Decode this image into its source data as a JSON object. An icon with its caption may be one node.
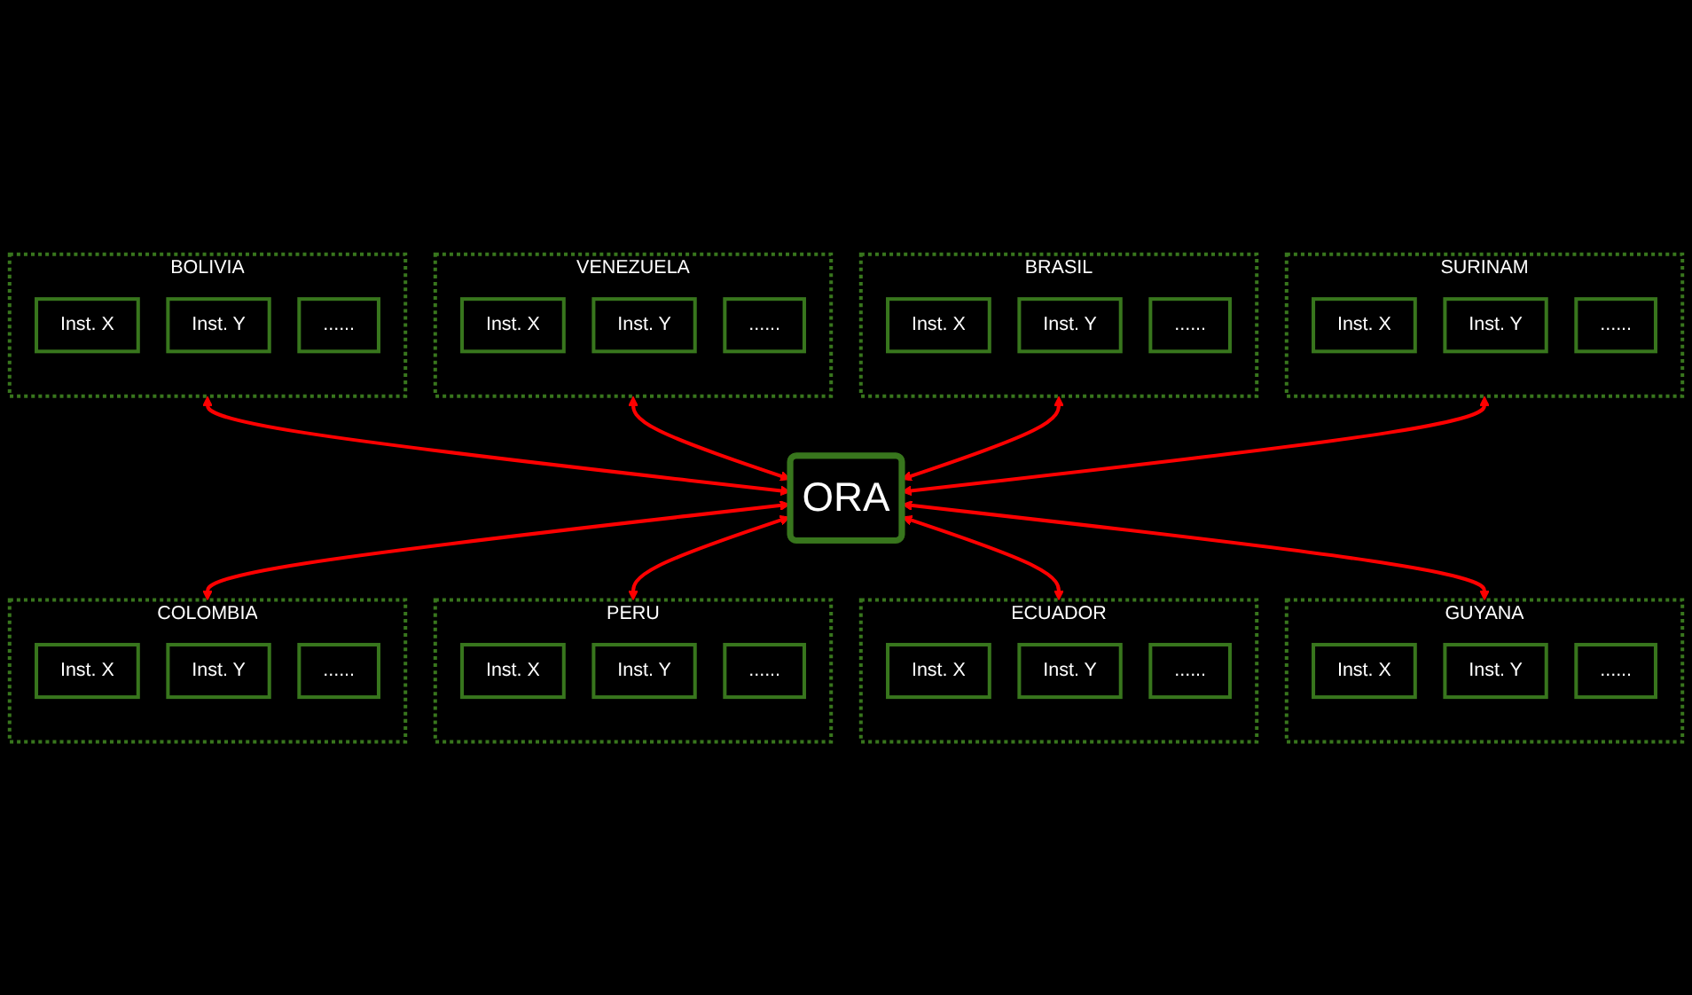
{
  "diagram": {
    "nodes": [
      {
        "text": [
          "BOLIVIA"
        ]
      },
      {
        "text": [
          "Inst. X"
        ],
        "in": 0
      },
      {
        "text": [
          "Inst. Y"
        ],
        "in": 0
      },
      {
        "text": [
          "......"
        ],
        "in": 0
      },
      {
        "text": [
          "ORA"
        ]
      },
      {
        "text": [
          "VENEZUELA"
        ]
      },
      {
        "text": [
          "Inst. X"
        ],
        "in": 5
      },
      {
        "text": [
          "Inst. Y"
        ],
        "in": 5
      },
      {
        "text": [
          "......"
        ],
        "in": 5
      },
      {
        "text": [
          "BRASIL"
        ]
      },
      {
        "text": [
          "Inst. X"
        ],
        "in": 9
      },
      {
        "text": [
          "Inst. Y"
        ],
        "in": 9
      },
      {
        "text": [
          "......"
        ],
        "in": 9
      },
      {
        "text": [
          "SURINAM"
        ]
      },
      {
        "text": [
          "Inst. X"
        ],
        "in": 13
      },
      {
        "text": [
          "Inst. Y"
        ],
        "in": 13
      },
      {
        "text": [
          "......"
        ],
        "in": 13
      },
      {
        "text": [
          "COLOMBIA"
        ]
      },
      {
        "text": [
          "Inst. X"
        ],
        "in": 17
      },
      {
        "text": [
          "Inst. Y"
        ],
        "in": 17
      },
      {
        "text": [
          "......"
        ],
        "in": 17
      },
      {
        "text": [
          "PERU"
        ]
      },
      {
        "text": [
          "Inst. X"
        ],
        "in": 21
      },
      {
        "text": [
          "Inst. Y"
        ],
        "in": 21
      },
      {
        "text": [
          "......"
        ],
        "in": 21
      },
      {
        "text": [
          "ECUADOR"
        ]
      },
      {
        "text": [
          "Inst. X"
        ],
        "in": 25
      },
      {
        "text": [
          "Inst. Y"
        ],
        "in": 25
      },
      {
        "text": [
          "......"
        ],
        "in": 25
      },
      {
        "text": [
          "GUYANA"
        ]
      },
      {
        "text": [
          "Inst. X"
        ],
        "in": 29
      },
      {
        "text": [
          "Inst. Y"
        ],
        "in": 29
      },
      {
        "text": [
          "......"
        ],
        "in": 29
      }
    ],
    "edges": [
      {
        "from": 0,
        "to": 4,
        "arrow": "both"
      },
      {
        "from": 5,
        "to": 4,
        "arrow": "both"
      },
      {
        "from": 9,
        "to": 4,
        "arrow": "both"
      },
      {
        "from": 13,
        "to": 4,
        "arrow": "both"
      },
      {
        "from": 4,
        "to": 17,
        "arrow": "both"
      },
      {
        "from": 4,
        "to": 21,
        "arrow": "both"
      },
      {
        "from": 4,
        "to": 25,
        "arrow": "both"
      },
      {
        "from": 4,
        "to": 29,
        "arrow": "both"
      }
    ]
  }
}
